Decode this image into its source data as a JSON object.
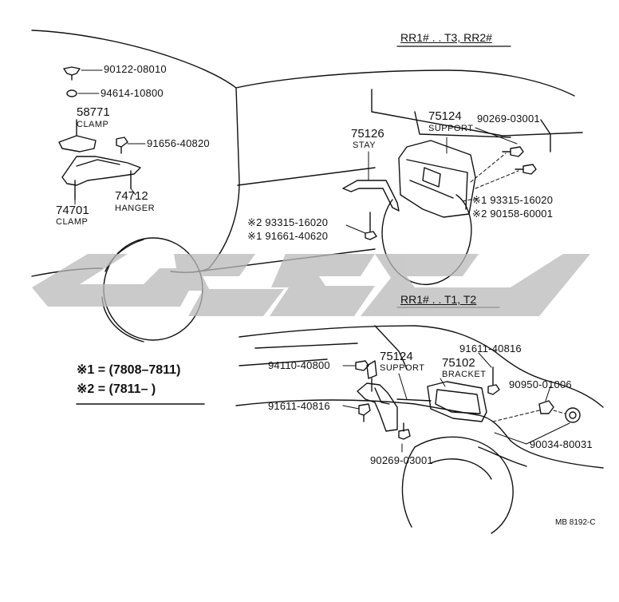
{
  "sections": {
    "top": "RR1# . . T3, RR2#",
    "bottom": "RR1# . . T1, T2"
  },
  "top_left_parts": {
    "wing_bolt": "90122-08010",
    "washer": "94614-10800",
    "clamp_number": "58771",
    "clamp_label": "CLAMP",
    "bolt": "91656-40820",
    "hanger_number": "74712",
    "hanger_label": "HANGER",
    "clamp2_number": "74701",
    "clamp2_label": "CLAMP"
  },
  "top_right_parts": {
    "support_number": "75124",
    "support_label": "SUPPORT",
    "support_bolt": "90269-03001",
    "stay_number": "75126",
    "stay_label": "STAY",
    "screw_1": "※1 93315-16020",
    "screw_2": "※2 90158-60001",
    "left_screw_2": "※2 93315-16020",
    "left_screw_1": "※1 91661-40620"
  },
  "bottom_parts": {
    "nut": "94110-40800",
    "support_number": "75124",
    "support_label": "SUPPORT",
    "bracket_number": "75102",
    "bracket_label": "BRACKET",
    "top_bolt": "91611-40816",
    "left_bolt": "91611-40816",
    "bottom_bolt": "90269-03001",
    "cushion": "90950-01006",
    "grommet": "90034-80031"
  },
  "legend": {
    "line1": "※1 = (7808–7811)",
    "line2": "※2 = (7811–        )"
  },
  "drawing_code": "MB 8192-C",
  "colors": {
    "ink": "#111111",
    "watermark": "#b9b9b9"
  }
}
